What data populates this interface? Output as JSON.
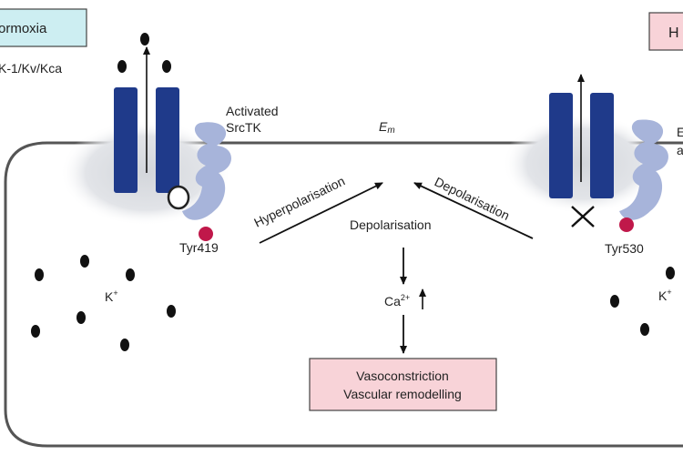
{
  "left_box": {
    "label": "ormoxia"
  },
  "right_box": {
    "label": "H"
  },
  "channel_label_left": "K-1/Kv/Kca",
  "src_label": {
    "line1": "Activated",
    "line2": "SrcTK"
  },
  "membrane_label": {
    "main": "E",
    "sub": "m"
  },
  "right_cut_label": {
    "line1": "E",
    "line2": "a"
  },
  "tyr_left": "Tyr419",
  "tyr_right": "Tyr530",
  "arrow_left_label": "Hyperpolarisation",
  "arrow_right_label": "Depolarisation",
  "center_label": "Depolarisation",
  "calcium_label": "Ca",
  "calcium_sup": "2+",
  "potassium_left": {
    "label": "K",
    "sup": "+"
  },
  "potassium_right": {
    "label": "K",
    "sup": "+"
  },
  "outcome_box": {
    "line1": "Vasoconstriction",
    "line2": "Vascular remodelling"
  },
  "colors": {
    "left_box_fill": "#cdeef2",
    "right_box_fill": "#f8d3d8",
    "outcome_fill": "#f8d3d8",
    "channel": "#1f3a8a",
    "src_kinase": "#a7b4da",
    "tyr_dot": "#c0184a",
    "membrane": "#555555"
  }
}
